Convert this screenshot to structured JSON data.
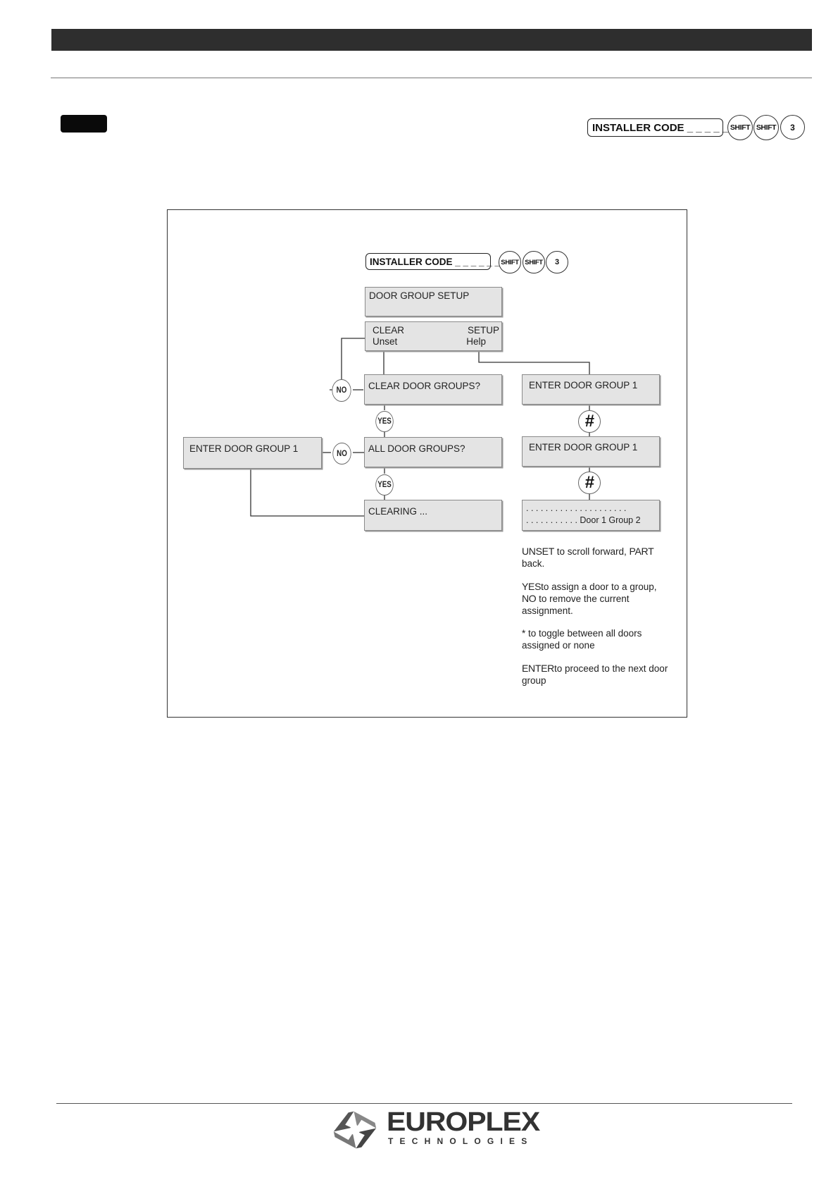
{
  "keypad_sequence": {
    "code_label": "INSTALLER CODE _ _ _ _ _ _",
    "keys": [
      "SHIFT",
      "SHIFT",
      "3"
    ]
  },
  "flowchart": {
    "lcd": {
      "door_group_setup": {
        "line1": "DOOR GROUP SETUP"
      },
      "menu": {
        "left1": "CLEAR",
        "right1": "SETUP",
        "left2": "Unset",
        "right2": "Help"
      },
      "clear_door_groups": {
        "line1": "CLEAR DOOR GROUPS?"
      },
      "all_door_groups": {
        "line1": "ALL DOOR GROUPS?"
      },
      "clearing": {
        "line1": "CLEARING ..."
      },
      "enter_group_left": {
        "line1": "ENTER DOOR GROUP  1"
      },
      "enter_group_right_1": {
        "line1": "ENTER DOOR GROUP  1"
      },
      "enter_group_right_2": {
        "line1": "ENTER DOOR GROUP  1"
      },
      "assignment": {
        "line1": ". . . . . . . . . . . . . . . . . . . . .",
        "line2": ". . . . . . . . . . . Door 1 Group 2"
      }
    },
    "decisions": {
      "no": "NO",
      "yes": "YES",
      "hash": "#"
    },
    "notes": [
      {
        "key": "UNSET",
        "text": " to scroll forward, ",
        "key2": "PART",
        "text2": " back."
      },
      {
        "key": "YES",
        "text": "to assign a door to a group, ",
        "key2": "NO",
        "text2": "  to remove the current assignment."
      },
      {
        "key": "",
        "text": "* to toggle between all doors assigned or none",
        "key2": "",
        "text2": ""
      },
      {
        "key": "ENTER",
        "text": "to proceed to the next door group",
        "key2": "",
        "text2": ""
      }
    ]
  },
  "footer": {
    "brand": "EUROPLEX",
    "brand_sub": "TECHNOLOGIES"
  },
  "colors": {
    "header_bar": "#2e2e2e",
    "lcd_fill": "#e4e4e4",
    "lines": "#333333"
  }
}
